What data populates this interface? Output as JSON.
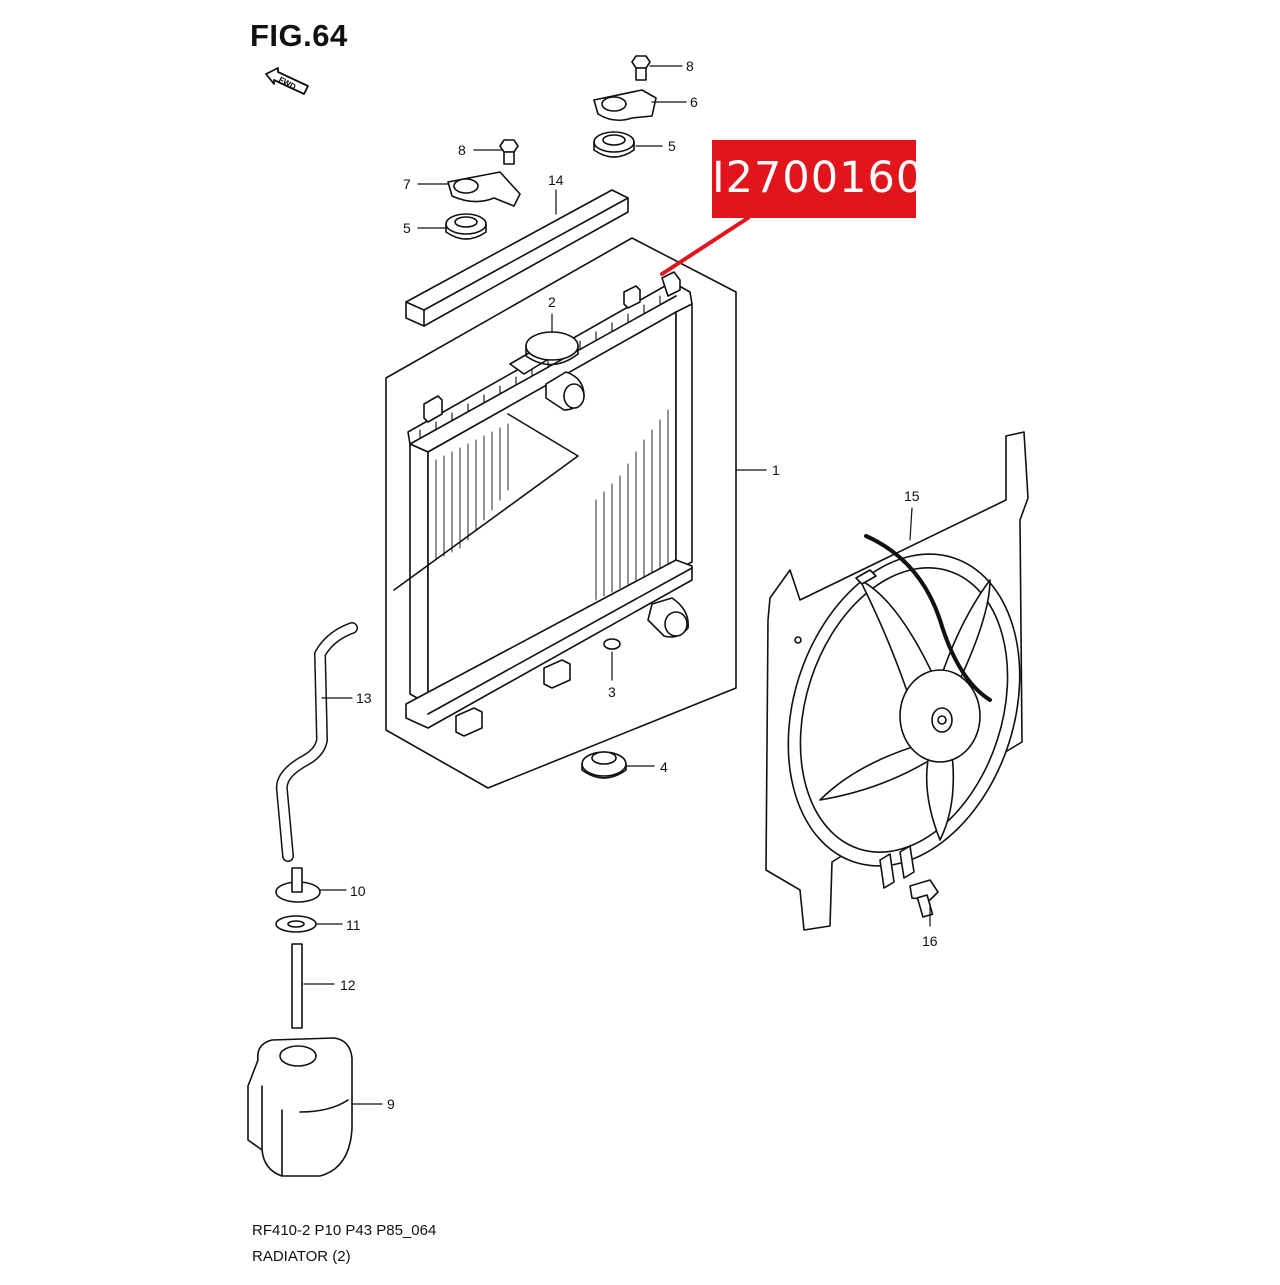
{
  "figure": {
    "title": "FIG.64",
    "fwd_label": "FWD",
    "highlight_code": "I2700160",
    "highlight_color": "#e1151b",
    "footer_code": "RF410-2 P10 P43 P85_064",
    "footer_name": "RADIATOR (2)"
  },
  "labels": {
    "l1": "1",
    "l2": "2",
    "l3": "3",
    "l4": "4",
    "l5a": "5",
    "l5b": "5",
    "l6": "6",
    "l7": "7",
    "l8a": "8",
    "l8b": "8",
    "l9": "9",
    "l10": "10",
    "l11": "11",
    "l12": "12",
    "l13": "13",
    "l14": "14",
    "l15": "15",
    "l16": "16"
  }
}
